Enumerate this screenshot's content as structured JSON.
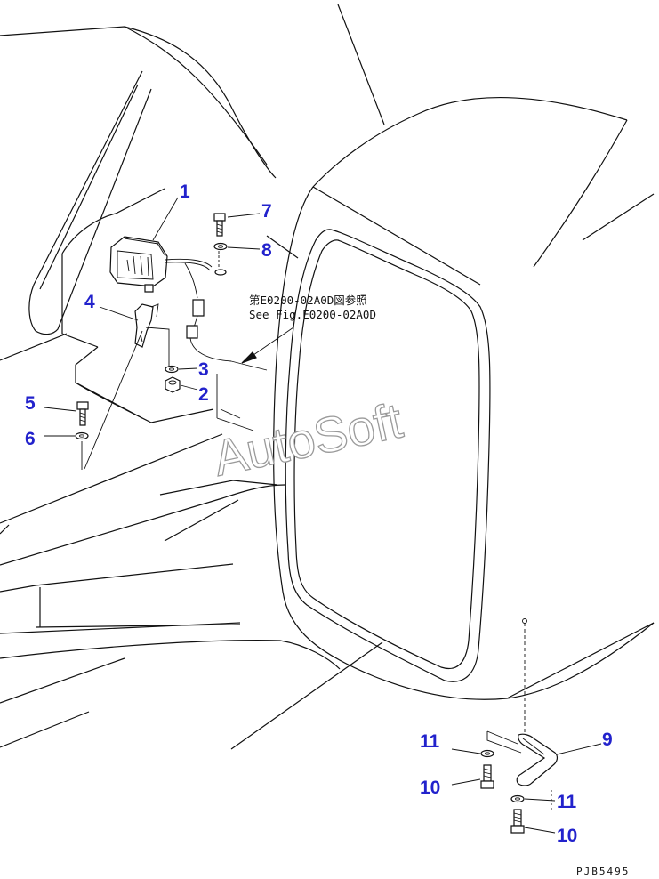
{
  "diagram": {
    "callouts": [
      {
        "id": "1",
        "label": "1"
      },
      {
        "id": "2",
        "label": "2"
      },
      {
        "id": "3",
        "label": "3"
      },
      {
        "id": "4",
        "label": "4"
      },
      {
        "id": "5",
        "label": "5"
      },
      {
        "id": "6",
        "label": "6"
      },
      {
        "id": "7",
        "label": "7"
      },
      {
        "id": "8",
        "label": "8"
      },
      {
        "id": "9",
        "label": "9"
      },
      {
        "id": "10a",
        "label": "10"
      },
      {
        "id": "10b",
        "label": "10"
      },
      {
        "id": "11a",
        "label": "11"
      },
      {
        "id": "11b",
        "label": "11"
      }
    ],
    "reference": {
      "jp": "第E0200-02A0D図参照",
      "en": "See Fig.E0200-02A0D"
    },
    "watermark": "AutoSoft",
    "drawing_id": "PJB5495",
    "colors": {
      "callout": "#2222cc",
      "line": "#111111",
      "watermark": "#9a9a9a"
    }
  }
}
